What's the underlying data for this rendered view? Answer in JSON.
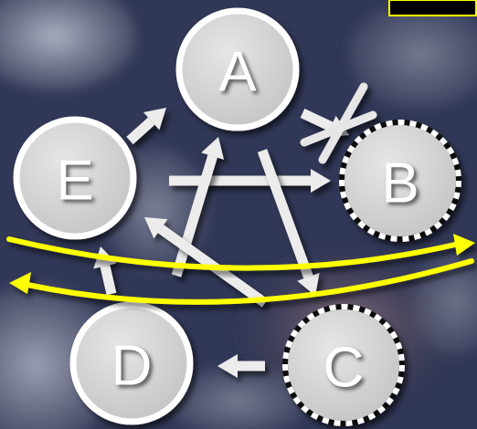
{
  "nodes": [
    {
      "id": "A",
      "label": "A",
      "style": "solid"
    },
    {
      "id": "B",
      "label": "B",
      "style": "dashed"
    },
    {
      "id": "C",
      "label": "C",
      "style": "dashed"
    },
    {
      "id": "D",
      "label": "D",
      "style": "solid"
    },
    {
      "id": "E",
      "label": "E",
      "style": "solid"
    }
  ],
  "edges": [
    {
      "from": "E",
      "to": "A"
    },
    {
      "from": "A",
      "to": "B",
      "crossed_out": true
    },
    {
      "from": "E",
      "to": "B"
    },
    {
      "from": "A",
      "to": "C"
    },
    {
      "from": "D",
      "to": "A"
    },
    {
      "from": "C",
      "to": "E"
    },
    {
      "from": "D",
      "to": "E"
    },
    {
      "from": "C",
      "to": "D"
    }
  ],
  "flow_arrows": [
    {
      "direction": "right",
      "color": "#ffff00"
    },
    {
      "direction": "left",
      "color": "#ffff00"
    }
  ],
  "colors": {
    "node_fill": "#d0d0d0",
    "node_border": "#ffffff",
    "edge": "#ececec",
    "flow": "#ffff00",
    "background": "#3a3e5a"
  }
}
